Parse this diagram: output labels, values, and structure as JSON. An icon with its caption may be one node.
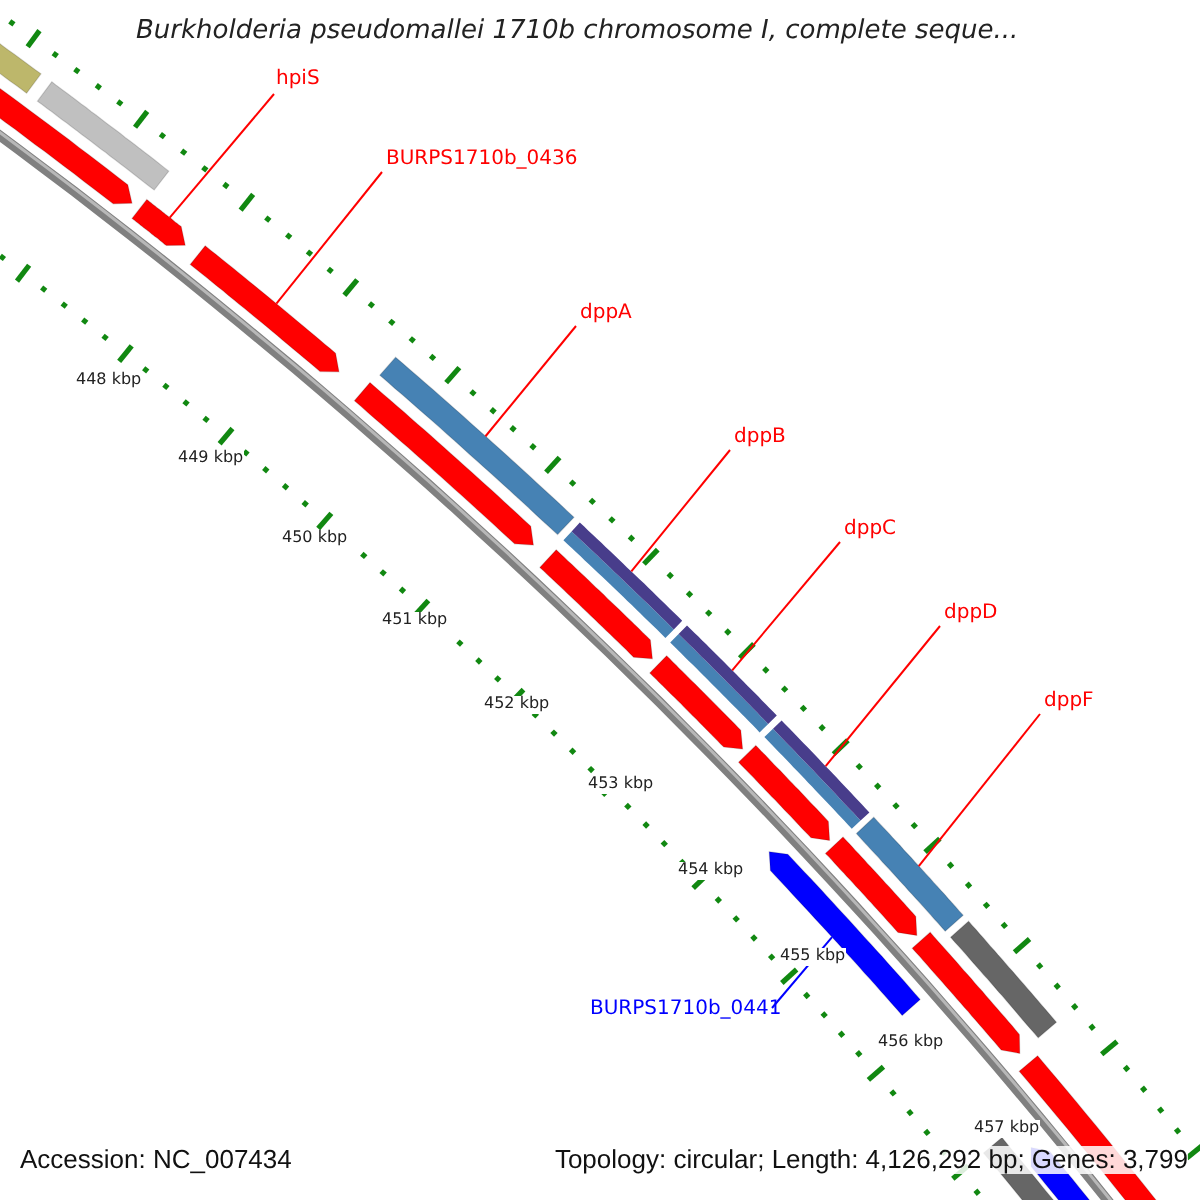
{
  "diagram": {
    "title": "Burkholderia pseudomallei 1710b chromosome I, complete seque...",
    "nodes": [
      {
        "text": [
          "hpiS"
        ]
      },
      {
        "text": [
          "BURPS1710b_0436"
        ]
      },
      {
        "text": [
          "dppA"
        ]
      },
      {
        "text": [
          "dppB"
        ]
      },
      {
        "text": [
          "dppC"
        ]
      },
      {
        "text": [
          "dppD"
        ]
      },
      {
        "text": [
          "dppF"
        ]
      },
      {
        "text": [
          "BURPS1710b_0441"
        ]
      },
      {
        "text": [],
        "shape": "bar"
      },
      {
        "text": [],
        "shape": "bar"
      },
      {
        "text": [],
        "shape": "bar"
      },
      {
        "text": [],
        "shape": "bar"
      },
      {
        "text": [],
        "shape": "bar"
      },
      {
        "text": [],
        "shape": "bar"
      },
      {
        "text": [],
        "shape": "bar"
      },
      {
        "text": [],
        "shape": "bar"
      },
      {
        "text": [],
        "shape": "bar"
      }
    ],
    "edges": [
      {
        "from": 0,
        "to": 8,
        "arrow": "none"
      },
      {
        "from": 1,
        "to": 9,
        "arrow": "none"
      },
      {
        "from": 2,
        "to": 10,
        "arrow": "none"
      },
      {
        "from": 3,
        "to": 11,
        "arrow": "none"
      },
      {
        "from": 4,
        "to": 12,
        "arrow": "none"
      },
      {
        "from": 5,
        "to": 13,
        "arrow": "none"
      },
      {
        "from": 6,
        "to": 14,
        "arrow": "none"
      },
      {
        "from": 7,
        "to": 15,
        "arrow": "none",
        "color": "#0000ff"
      }
    ],
    "labels": [
      "448 kbp",
      "449 kbp",
      "450 kbp",
      "451 kbp",
      "452 kbp",
      "453 kbp",
      "454 kbp",
      "455 kbp",
      "456 kbp",
      "457 kbp",
      "Accession: NC_007434",
      "Topology: circular; Length: 4,126,292 bp; Genes: 3,799"
    ]
  }
}
